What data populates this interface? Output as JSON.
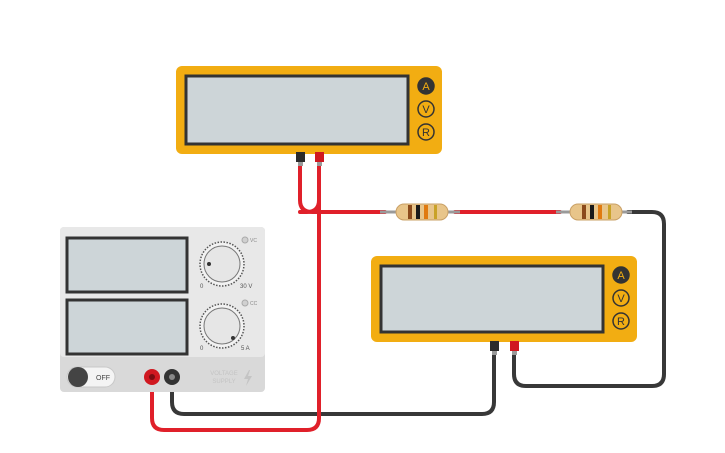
{
  "colors": {
    "meter_body": "#f2ad12",
    "meter_screen": "#cdd5d8",
    "meter_screen_border": "#333333",
    "wire_red": "#e0202a",
    "wire_black": "#383838",
    "supply_body": "#d9d9d9",
    "supply_panel": "#e6e6e6",
    "supply_screen": "#cdd5d8"
  },
  "multimeters": [
    {
      "mode_buttons": [
        "A",
        "V",
        "R"
      ],
      "active_mode": "A"
    },
    {
      "mode_buttons": [
        "A",
        "V",
        "R"
      ],
      "active_mode": "A"
    }
  ],
  "power_supply": {
    "voltage_knob": {
      "tag": "VC",
      "min_label": "0",
      "max_label": "30 V"
    },
    "current_knob": {
      "tag": "CC",
      "min_label": "0",
      "max_label": "5 A"
    },
    "power_switch_label": "OFF",
    "brand_line1": "VOLTAGE",
    "brand_line2": "SUPPLY",
    "brand_icon": "lightning-bolt-icon"
  },
  "resistors": [
    {
      "bands": [
        "#8b4a1c",
        "#1a1a1a",
        "#e07a10",
        "#c9a227"
      ]
    },
    {
      "bands": [
        "#8b4a1c",
        "#1a1a1a",
        "#e07a10",
        "#c9a227"
      ]
    }
  ]
}
